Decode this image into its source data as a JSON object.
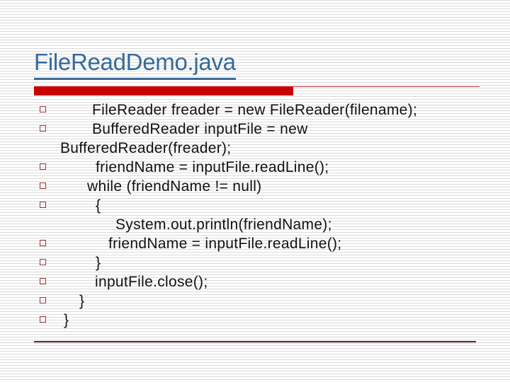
{
  "slide": {
    "title": "FileReadDemo.java"
  },
  "code": {
    "lines": [
      {
        "text": "FileReader freader = new FileReader(filename);",
        "bullet": true,
        "indent": 82
      },
      {
        "text": "BufferedReader inputFile = new",
        "bullet": true,
        "indent": 82
      },
      {
        "text": "BufferedReader(freader);",
        "bullet": false,
        "indent": 37
      },
      {
        "text": "friendName = inputFile.readLine();",
        "bullet": true,
        "indent": 87
      },
      {
        "text": "while (friendName != null)",
        "bullet": true,
        "indent": 75
      },
      {
        "text": "{",
        "bullet": true,
        "indent": 87
      },
      {
        "text": "System.out.println(friendName);",
        "bullet": false,
        "indent": 115
      },
      {
        "text": "friendName = inputFile.readLine();",
        "bullet": true,
        "indent": 105
      },
      {
        "text": "}",
        "bullet": true,
        "indent": 87
      },
      {
        "text": "inputFile.close();",
        "bullet": true,
        "indent": 86
      },
      {
        "text": "}",
        "bullet": true,
        "indent": 64
      },
      {
        "text": "}",
        "bullet": true,
        "indent": 42
      }
    ]
  },
  "colors": {
    "title_blue": "#376a99",
    "accent_red": "#c80000",
    "thin_line_red": "#aa3939",
    "bullet_red": "#9a3a3a",
    "bottom_rule_maroon": "#5a2a33",
    "stripe_gray": "#dadada"
  }
}
